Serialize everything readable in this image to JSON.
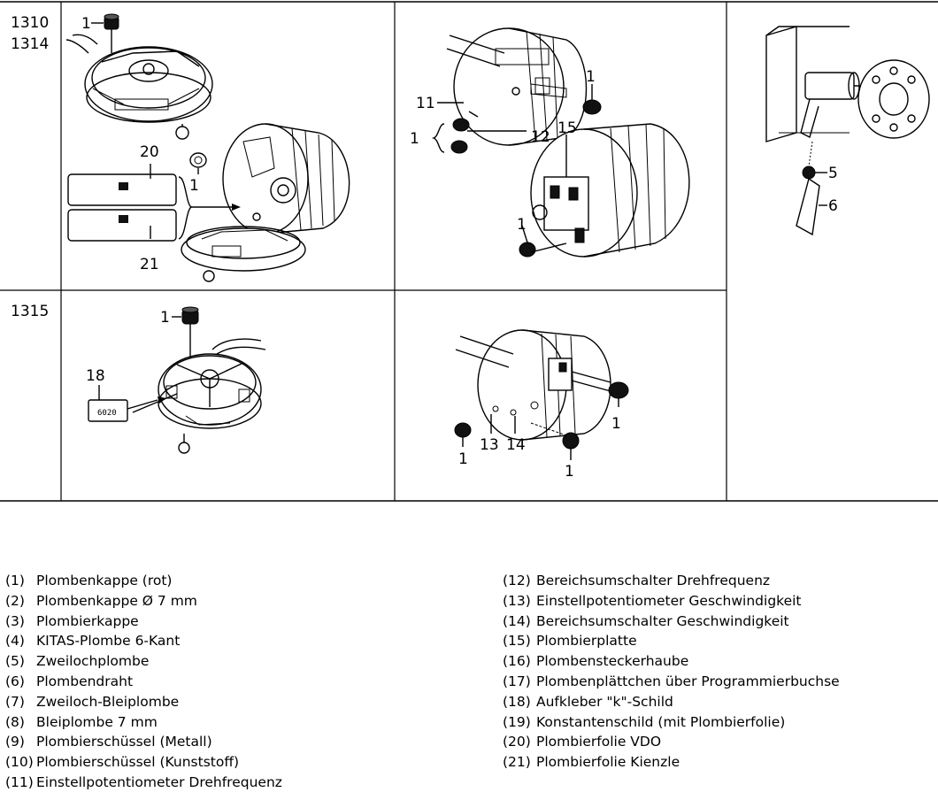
{
  "models": {
    "row1": [
      "1310",
      "1314"
    ],
    "row2": [
      "1315"
    ]
  },
  "callouts": {
    "c1": "1",
    "c5": "5",
    "c6": "6",
    "c11": "11",
    "c12": "12",
    "c13": "13",
    "c14": "14",
    "c15": "15",
    "c18": "18",
    "c20": "20",
    "c21": "21"
  },
  "sticker_text": "6020",
  "legend": {
    "left": [
      {
        "num": "(1)",
        "text": "Plombenkappe (rot)"
      },
      {
        "num": "(2)",
        "text": "Plombenkappe Ø 7 mm"
      },
      {
        "num": "(3)",
        "text": "Plombierkappe"
      },
      {
        "num": "(4)",
        "text": "KITAS-Plombe 6-Kant"
      },
      {
        "num": "(5)",
        "text": "Zweilochplombe"
      },
      {
        "num": "(6)",
        "text": "Plombendraht"
      },
      {
        "num": "(7)",
        "text": "Zweiloch-Bleiplombe"
      },
      {
        "num": "(8)",
        "text": "Bleiplombe 7 mm"
      },
      {
        "num": "(9)",
        "text": "Plombierschüssel (Metall)"
      },
      {
        "num": "(10)",
        "text": "Plombierschüssel (Kunststoff)"
      },
      {
        "num": "(11)",
        "text": "Einstellpotentiometer Drehfrequenz"
      }
    ],
    "right": [
      {
        "num": "(12)",
        "text": "Bereichsumschalter Drehfrequenz"
      },
      {
        "num": "(13)",
        "text": "Einstellpotentiometer Geschwindigkeit"
      },
      {
        "num": "(14)",
        "text": "Bereichsumschalter Geschwindigkeit"
      },
      {
        "num": "(15)",
        "text": "Plombierplatte"
      },
      {
        "num": "(16)",
        "text": "Plombensteckerhaube"
      },
      {
        "num": "(17)",
        "text": "Plombenplättchen über Programmierbuchse"
      },
      {
        "num": "(18)",
        "text": "Aufkleber \"k\"-Schild"
      },
      {
        "num": "(19)",
        "text": "Konstantenschild (mit Plombierfolie)"
      },
      {
        "num": "(20)",
        "text": "Plombierfolie VDO"
      },
      {
        "num": "(21)",
        "text": "Plombierfolie Kienzle"
      }
    ]
  }
}
